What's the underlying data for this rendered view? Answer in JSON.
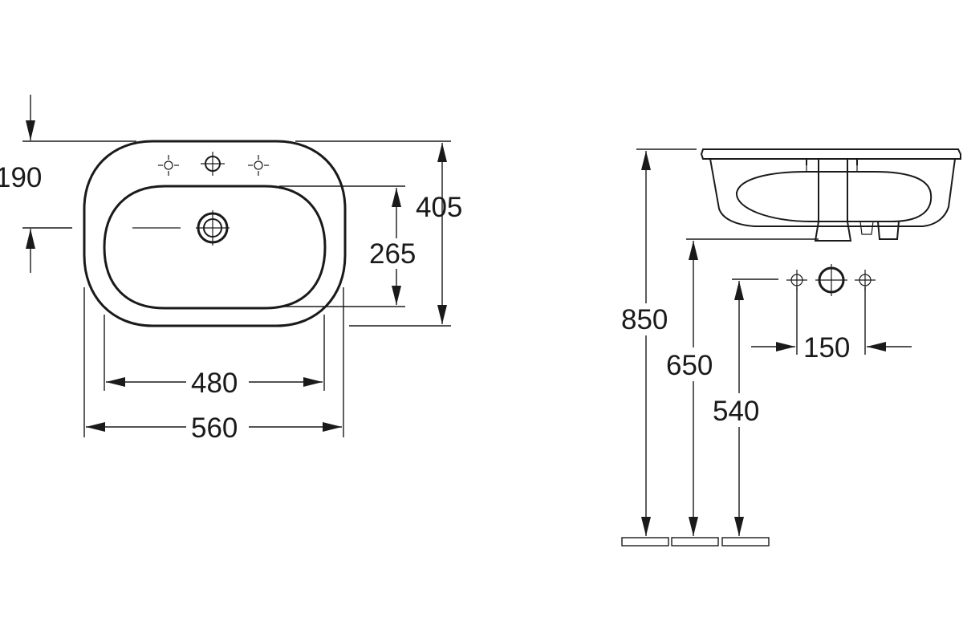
{
  "dimensions": {
    "top_view": {
      "d190": "190",
      "d405": "405",
      "d265": "265",
      "d480": "480",
      "d560": "560"
    },
    "side_view": {
      "d850": "850",
      "d650": "650",
      "d540": "540",
      "d150": "150"
    }
  }
}
